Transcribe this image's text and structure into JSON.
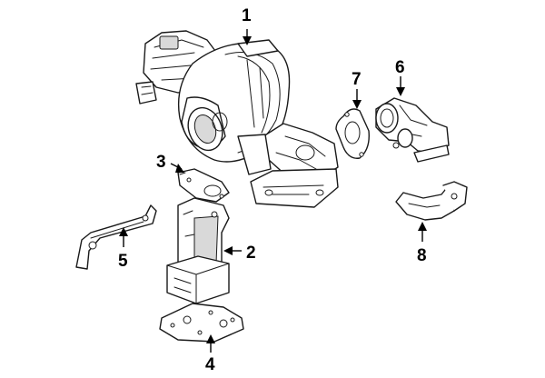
{
  "callouts": [
    {
      "number": "1",
      "part": "turbocharger"
    },
    {
      "number": "2",
      "part": "heat-shield"
    },
    {
      "number": "3",
      "part": "gasket-upper"
    },
    {
      "number": "4",
      "part": "gasket-lower"
    },
    {
      "number": "5",
      "part": "support-bracket"
    },
    {
      "number": "6",
      "part": "outlet-elbow"
    },
    {
      "number": "7",
      "part": "elbow-gasket"
    },
    {
      "number": "8",
      "part": "elbow-bracket"
    }
  ],
  "colors": {
    "line": "#1a1a1a",
    "background": "#ffffff",
    "shade": "#d9d9d9"
  }
}
